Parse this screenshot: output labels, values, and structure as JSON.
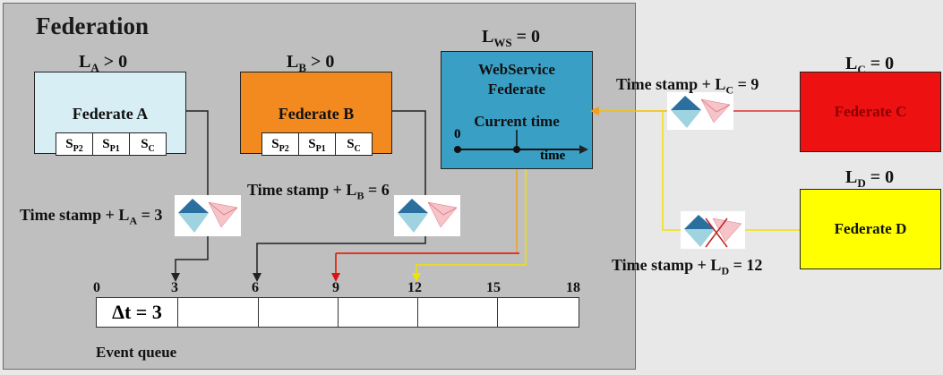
{
  "federation": {
    "title": "Federation",
    "lookahead_a_prefix": "L",
    "lookahead_a_sub": "A",
    "lookahead_a_suffix": " > 0",
    "lookahead_b_prefix": "L",
    "lookahead_b_sub": "B",
    "lookahead_b_suffix": " > 0",
    "lookahead_ws_prefix": "L",
    "lookahead_ws_sub": "WS",
    "lookahead_ws_suffix": " = 0"
  },
  "federate_a": {
    "label": "Federate A",
    "slots": [
      {
        "main": "S",
        "sub": "P2"
      },
      {
        "main": "S",
        "sub": "P1"
      },
      {
        "main": "S",
        "sub": "C"
      }
    ],
    "color": "#d6eef4"
  },
  "federate_b": {
    "label": "Federate B",
    "slots": [
      {
        "main": "S",
        "sub": "P2"
      },
      {
        "main": "S",
        "sub": "P1"
      },
      {
        "main": "S",
        "sub": "C"
      }
    ],
    "color": "#f28a1f"
  },
  "webservice": {
    "label_line1": "WebService",
    "label_line2": "Federate",
    "current_time": "Current time",
    "zero": "0",
    "time": "time",
    "color": "#3a9fc4"
  },
  "federate_c": {
    "lookahead_prefix": "L",
    "lookahead_sub": "C",
    "lookahead_suffix": " = 0",
    "label": "Federate C",
    "color": "#ee1111"
  },
  "federate_d": {
    "lookahead_prefix": "L",
    "lookahead_sub": "D",
    "lookahead_suffix": " = 0",
    "label": "Federate D",
    "color": "#ffff00"
  },
  "timestamps": {
    "a_prefix": "Time stamp + L",
    "a_sub": "A",
    "a_suffix": " = 3",
    "b_prefix": "Time stamp + L",
    "b_sub": "B",
    "b_suffix": " = 6",
    "c_prefix": "Time stamp + L",
    "c_sub": "C",
    "c_suffix": " = 9",
    "d_prefix": "Time stamp + L",
    "d_sub": "D",
    "d_suffix": " = 12"
  },
  "queue": {
    "ticks": [
      "0",
      "3",
      "6",
      "9",
      "12",
      "15",
      "18"
    ],
    "delta": "Δt = 3",
    "label": "Event queue"
  },
  "colors": {
    "red_arrow": "#e01010",
    "yellow_arrow": "#f2e200",
    "orange_arrow": "#f0a020",
    "black_line": "#222222"
  }
}
